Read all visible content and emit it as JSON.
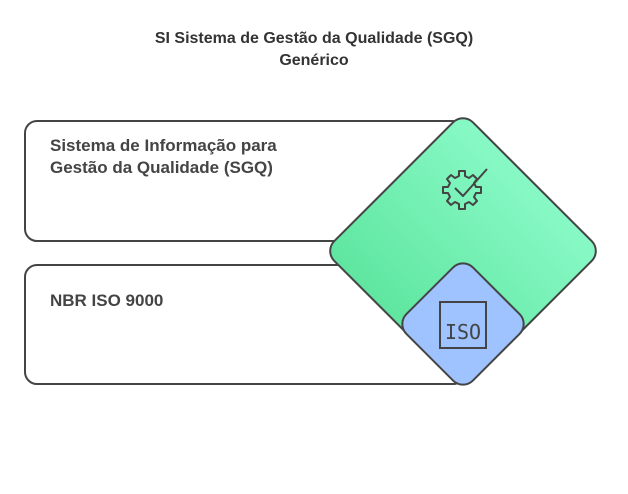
{
  "title": {
    "line1": "SI Sistema de Gestão da Qualidade (SGQ)",
    "line2": "Genérico"
  },
  "items": [
    {
      "label_line1": "Sistema de Informação para",
      "label_line2": "Gestão da Qualidade (SGQ)",
      "icon": "gear-check-icon",
      "color": "#86f7c2"
    },
    {
      "label_line1": "NBR ISO 9000",
      "icon": "iso-icon",
      "icon_text": "ISO",
      "color": "#9ec3ff"
    }
  ]
}
